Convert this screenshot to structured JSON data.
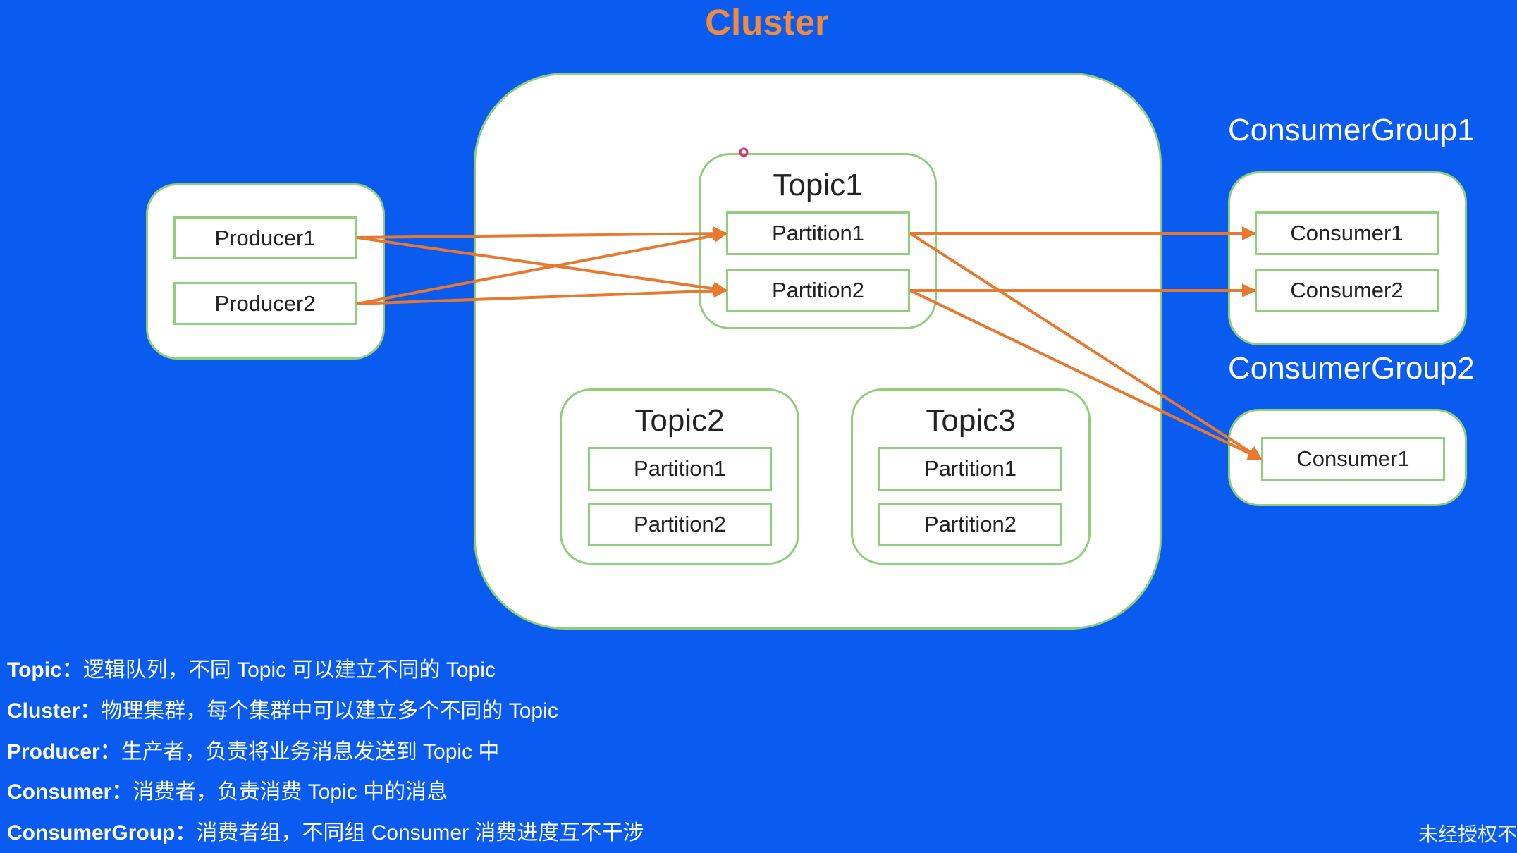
{
  "title": "Cluster",
  "producers": [
    "Producer1",
    "Producer2"
  ],
  "topics": [
    {
      "name": "Topic1",
      "partitions": [
        "Partition1",
        "Partition2"
      ]
    },
    {
      "name": "Topic2",
      "partitions": [
        "Partition1",
        "Partition2"
      ]
    },
    {
      "name": "Topic3",
      "partitions": [
        "Partition1",
        "Partition2"
      ]
    }
  ],
  "consumer_groups": [
    {
      "name": "ConsumerGroup1",
      "consumers": [
        "Consumer1",
        "Consumer2"
      ]
    },
    {
      "name": "ConsumerGroup2",
      "consumers": [
        "Consumer1"
      ]
    }
  ],
  "descriptions": [
    {
      "term": "Topic：",
      "text": "逻辑队列，不同 Topic 可以建立不同的 Topic"
    },
    {
      "term": "Cluster：",
      "text": "物理集群，每个集群中可以建立多个不同的 Topic"
    },
    {
      "term": "Producer：",
      "text": "生产者，负责将业务消息发送到 Topic 中"
    },
    {
      "term": "Consumer：",
      "text": "消费者，负责消费 Topic 中的消息"
    },
    {
      "term": "ConsumerGroup：",
      "text": "消费者组，不同组 Consumer 消费进度互不干涉"
    }
  ],
  "watermark": "未经授权不",
  "colors": {
    "background": "#0a5cf0",
    "title": "#f08a3c",
    "arrow": "#e8782e",
    "border": "#8fcf7a"
  }
}
